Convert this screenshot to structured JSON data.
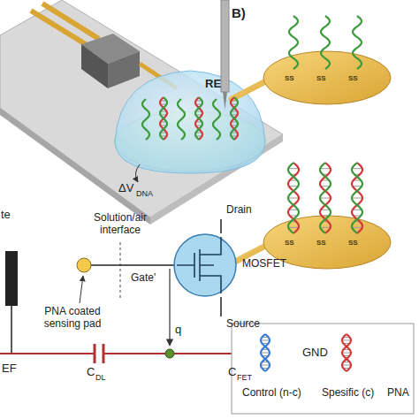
{
  "diagram": {
    "nodes": [
      {
        "text": [
          "MOSFET"
        ]
      }
    ],
    "labels": [
      "RE",
      "ΔV",
      "DNA",
      "te",
      "Solution/air interface",
      "Drain",
      "Gate'",
      "Source",
      "PNA coated sensing pad",
      "q",
      "EF",
      "C",
      "DL",
      "C",
      "FET",
      "GND",
      "B)",
      "SS",
      "SS",
      "SS",
      "SS",
      "SS",
      "SS",
      "PNA"
    ],
    "legend": [
      {
        "text": "Control (n-c)"
      },
      {
        "text": "Spesific (c)"
      }
    ]
  }
}
